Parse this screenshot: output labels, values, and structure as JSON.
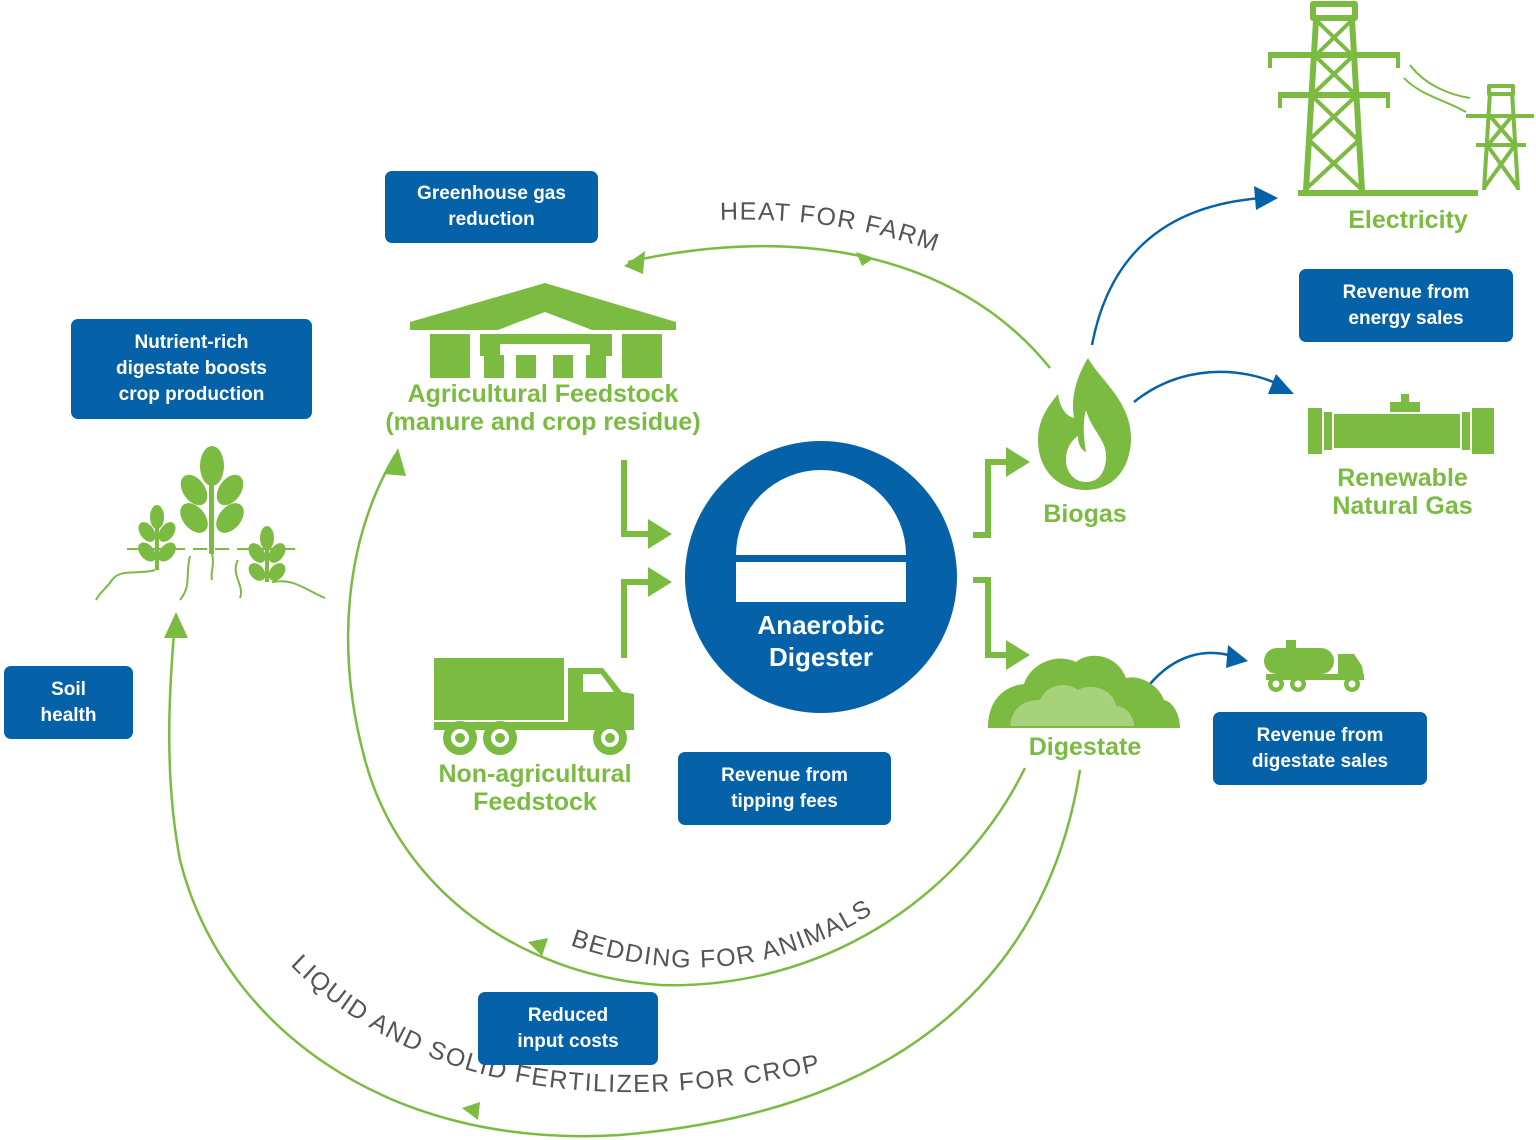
{
  "colors": {
    "green": "#7CBB42",
    "blue": "#0662A8",
    "gray_text": "#555555"
  },
  "center": {
    "line1": "Anaerobic",
    "line2": "Digester"
  },
  "nodes": {
    "agricultural": {
      "line1": "Agricultural Feedstock",
      "line2": "(manure and crop residue)",
      "icon": "barn-icon"
    },
    "non_agricultural": {
      "line1": "Non-agricultural",
      "line2": "Feedstock",
      "icon": "truck-icon"
    },
    "biogas": {
      "label": "Biogas",
      "icon": "flame-icon"
    },
    "digestate": {
      "label": "Digestate",
      "icon": "digestate-pile-icon"
    },
    "electricity": {
      "label": "Electricity",
      "icon": "power-tower-icon"
    },
    "rng": {
      "line1": "Renewable",
      "line2": "Natural Gas",
      "icon": "gas-pipeline-icon"
    },
    "crops": {
      "icon": "crop-plants-icon"
    },
    "tanker": {
      "icon": "tanker-truck-icon"
    }
  },
  "boxes": {
    "ghg": {
      "line1": "Greenhouse gas",
      "line2": "reduction"
    },
    "nutrient": {
      "line1": "Nutrient-rich",
      "line2": "digestate boosts",
      "line3": "crop production"
    },
    "soil": {
      "line1": "Soil",
      "line2": "health"
    },
    "energy": {
      "line1": "Revenue from",
      "line2": "energy sales"
    },
    "digestate_sales": {
      "line1": "Revenue from",
      "line2": "digestate sales"
    },
    "tipping": {
      "line1": "Revenue from",
      "line2": "tipping fees"
    },
    "input": {
      "line1": "Reduced",
      "line2": "input costs"
    }
  },
  "flows": {
    "heat": "HEAT FOR FARM",
    "bedding": "BEDDING FOR ANIMALS",
    "fertilizer": "LIQUID AND SOLID FERTILIZER FOR CROPS"
  }
}
